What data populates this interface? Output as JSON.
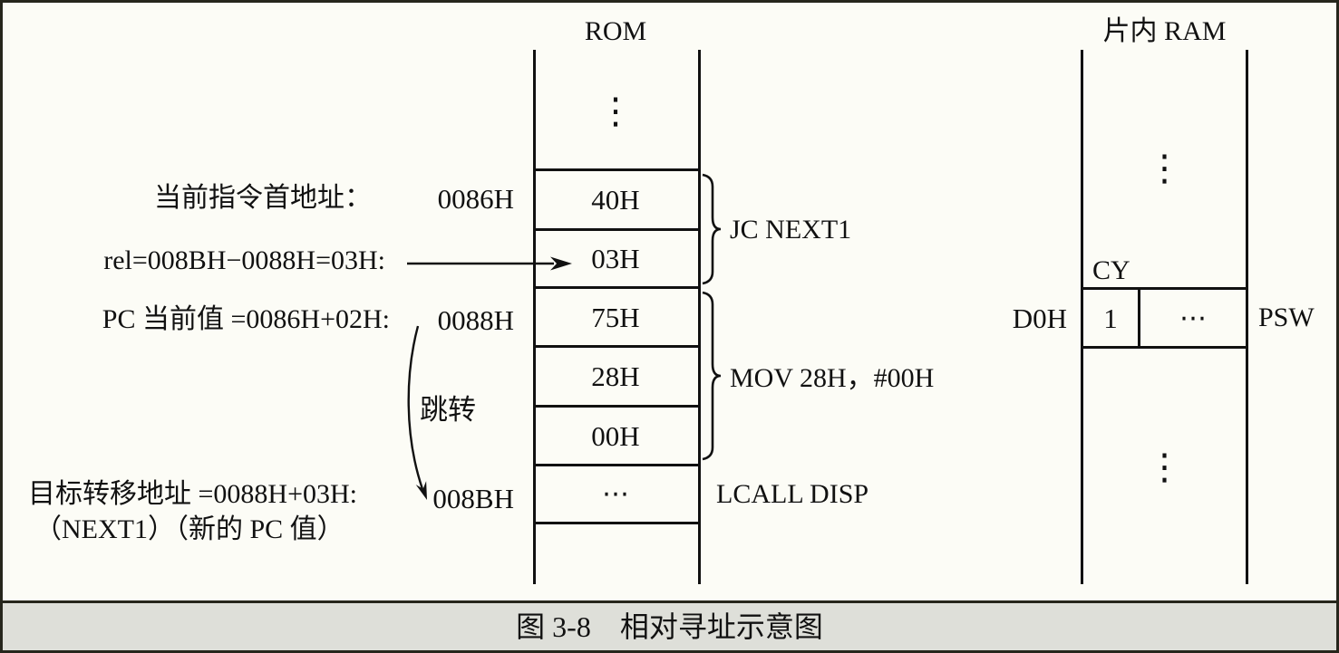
{
  "rom": {
    "title": "ROM",
    "top_ellipsis": "⋮",
    "cells": [
      "40H",
      "03H",
      "75H",
      "28H",
      "00H",
      "⋯"
    ]
  },
  "ram": {
    "title": "片内 RAM",
    "upper_ellipsis": "⋮",
    "cy_label": "CY",
    "address_label": "D0H",
    "carry_bit": "1",
    "other_bits": "⋯",
    "register_label": "PSW",
    "lower_ellipsis": "⋮"
  },
  "annotations": {
    "current_instr_label": "当前指令首地址：",
    "current_instr_addr": "0086H",
    "rel_label": "rel=008BH−0088H=03H:",
    "pc_label": "PC 当前值 =0086H+02H:",
    "pc_addr": "0088H",
    "jump_label": "跳转",
    "target_label": "目标转移地址 =0088H+03H:",
    "target_addr": "008BH",
    "target_note": "（NEXT1）（新的 PC 值）"
  },
  "instructions": {
    "jc": "JC NEXT1",
    "mov": "MOV 28H，#00H",
    "lcall": "LCALL DISP"
  },
  "caption": {
    "text": "图 3-8　相对寻址示意图"
  },
  "colors": {
    "line": "#111111",
    "background": "#fcfcf6",
    "caption_band": "#dedfd9"
  }
}
